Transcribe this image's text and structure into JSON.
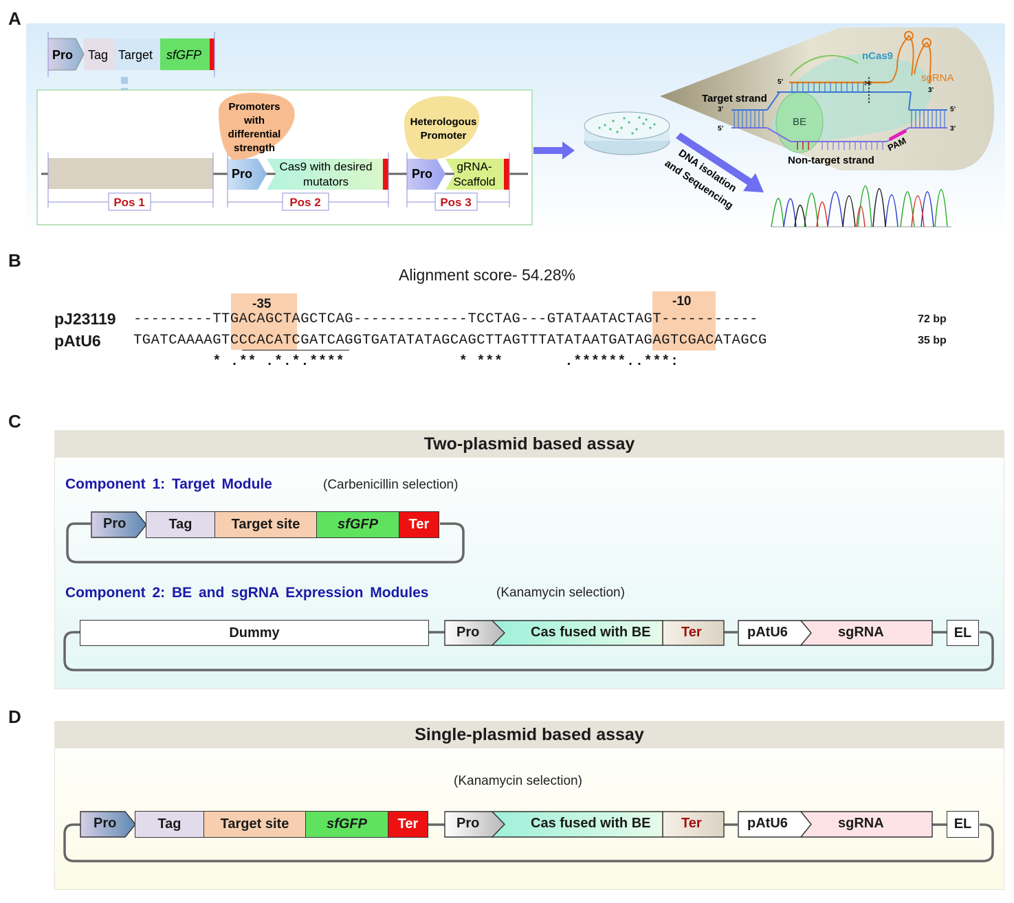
{
  "panels": {
    "a": "A",
    "b": "B",
    "c": "C",
    "d": "D"
  },
  "panelA": {
    "cassette": {
      "pro": "Pro",
      "tag": "Tag",
      "target": "Target",
      "sfgfp": "sfGFP"
    },
    "pos": {
      "p1": "Pos 1",
      "p2": "Pos 2",
      "p3": "Pos 3"
    },
    "promoters_blob": [
      "Promoters",
      "with",
      "differential",
      "strength"
    ],
    "heterologous_blob": [
      "Heterologous",
      "Promoter"
    ],
    "pos2": {
      "pro": "Pro",
      "cas9_l1": "Cas9 with desired",
      "cas9_l2": "mutators"
    },
    "pos3": {
      "pro": "Pro",
      "grna_l1": "gRNA-",
      "grna_l2": "Scaffold"
    },
    "seq_label": [
      "DNA isolation",
      "and Sequencing"
    ],
    "zoom": {
      "ncas9": "nCas9",
      "sgrna": "sgRNA",
      "target_strand": "Target strand",
      "non_target_strand": "Non-target strand",
      "be": "BE",
      "pam": "PAM",
      "five": "5’",
      "three": "3’"
    }
  },
  "panelB": {
    "score": "Alignment score- 54.28%",
    "box35": "-35",
    "box10": "-10",
    "row1": {
      "name": "pJ23119",
      "seq": "---------TTGACAGCTAGCTCAG-------------TCCTAG---GTATAATACTAGT-----------",
      "len": "72 bp"
    },
    "row2": {
      "name": "pAtU6",
      "seq": "TGATCAAAAGTCCCACATCGATCAGGTGATATATAGCAGCTTAGTTTATATAATGATAGAGTCGACATAGCG",
      "len": "35 bp"
    },
    "consensus": "         * .** .*.*.****             * ***       .******..***:"
  },
  "panelC": {
    "title": "Two-plasmid based assay",
    "comp1": "Component 1:  Target Module",
    "comp1_sel": "(Carbenicillin selection)",
    "c1": {
      "pro": "Pro",
      "tag": "Tag",
      "target": "Target site",
      "sfgfp": "sfGFP",
      "ter": "Ter"
    },
    "comp2": "Component 2:  BE and sgRNA Expression Modules",
    "comp2_sel": "(Kanamycin selection)",
    "c2": {
      "dummy": "Dummy",
      "pro": "Pro",
      "cas": "Cas fused with BE",
      "ter": "Ter",
      "patu6": "pAtU6",
      "sgrna": "sgRNA",
      "el": "EL"
    }
  },
  "panelD": {
    "title": "Single-plasmid based assay",
    "sel": "(Kanamycin selection)",
    "d": {
      "pro": "Pro",
      "tag": "Tag",
      "target": "Target site",
      "sfgfp": "sfGFP",
      "ter": "Ter",
      "pro2": "Pro",
      "cas": "Cas fused with BE",
      "ter2": "Ter",
      "patu6": "pAtU6",
      "sgrna": "sgRNA",
      "el": "EL"
    }
  },
  "colors": {
    "pro": "#a9b8d6",
    "tag": "#e0dbe8",
    "target": "#f7cfb0",
    "sfgfp": "#5fe35f",
    "ter": "#ee1111",
    "pos_red": "#c0141c",
    "comp_blue": "#1a1aa8",
    "arrow": "#6e6ef0"
  }
}
